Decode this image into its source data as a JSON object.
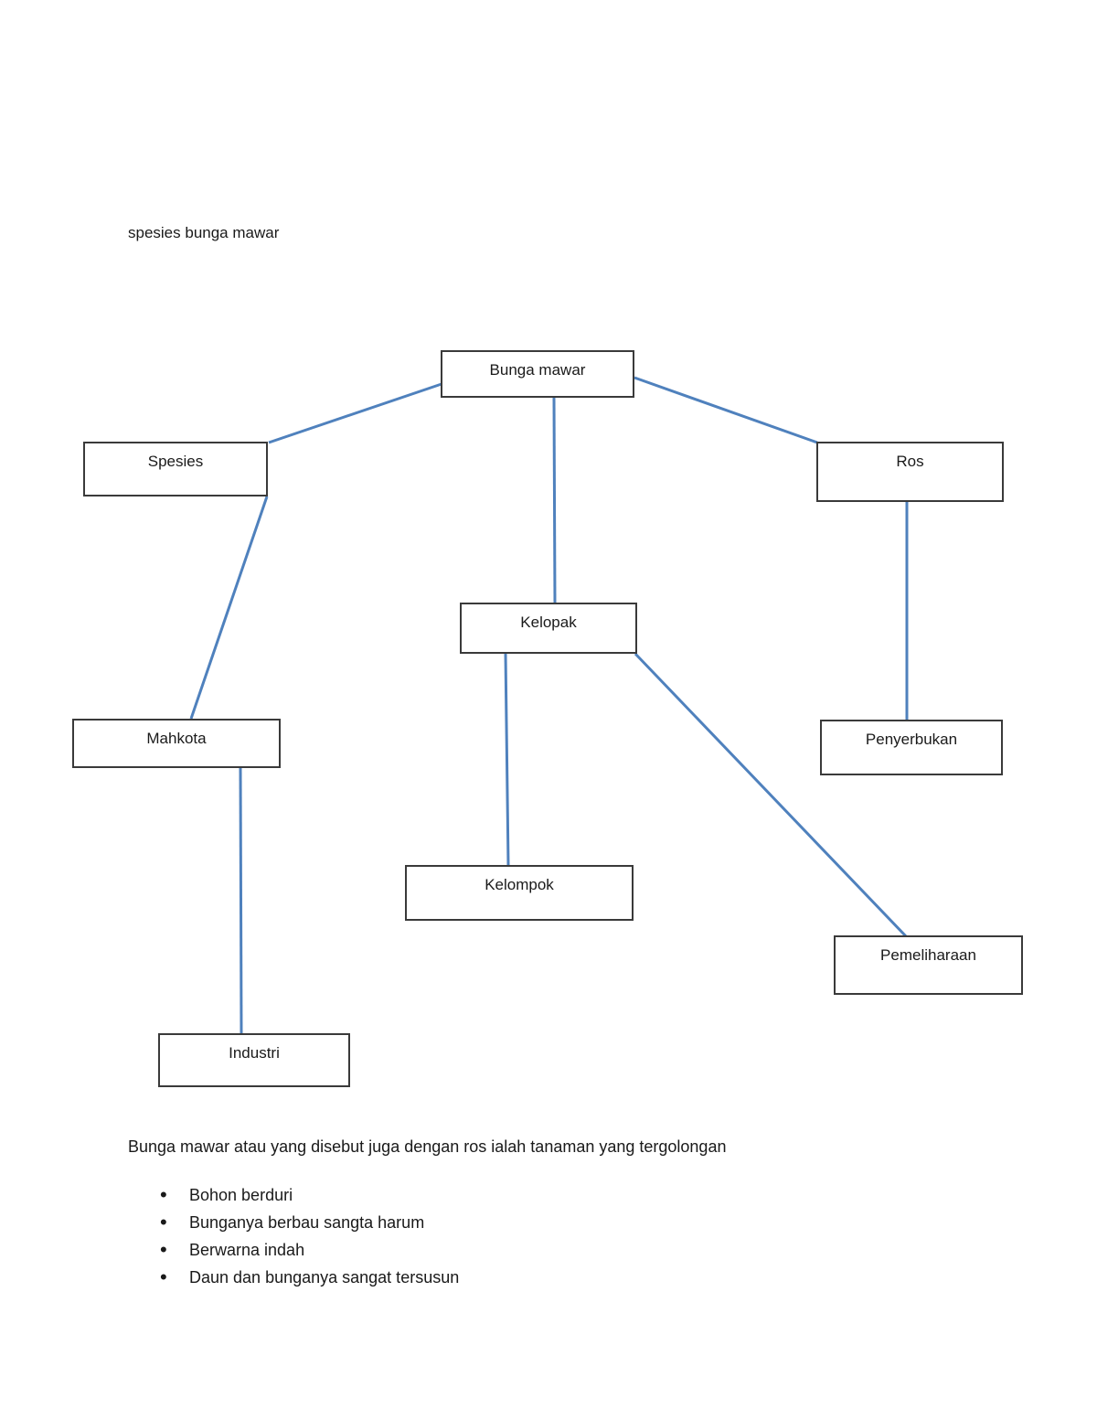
{
  "page": {
    "title": "spesies bunga mawar"
  },
  "diagram": {
    "type": "concept-map",
    "line_color": "#4f81bd",
    "box_border_color": "#3a3a3a",
    "nodes": [
      {
        "id": "bunga-mawar",
        "label": "Bunga mawar"
      },
      {
        "id": "spesies",
        "label": "Spesies"
      },
      {
        "id": "ros",
        "label": "Ros"
      },
      {
        "id": "kelopak",
        "label": "Kelopak"
      },
      {
        "id": "mahkota",
        "label": "Mahkota"
      },
      {
        "id": "penyerbukan",
        "label": "Penyerbukan"
      },
      {
        "id": "kelompok",
        "label": "Kelompok"
      },
      {
        "id": "pemeliharaan",
        "label": "Pemeliharaan"
      },
      {
        "id": "industri",
        "label": "Industri"
      }
    ],
    "edges": [
      {
        "from": "bunga-mawar",
        "to": "spesies"
      },
      {
        "from": "bunga-mawar",
        "to": "ros"
      },
      {
        "from": "bunga-mawar",
        "to": "kelopak"
      },
      {
        "from": "spesies",
        "to": "mahkota"
      },
      {
        "from": "ros",
        "to": "penyerbukan"
      },
      {
        "from": "kelopak",
        "to": "kelompok"
      },
      {
        "from": "kelopak",
        "to": "pemeliharaan"
      },
      {
        "from": "mahkota",
        "to": "industri"
      }
    ]
  },
  "body_text": {
    "paragraph": "Bunga mawar atau yang disebut juga dengan ros ialah tanaman yang tergolongan",
    "bullets": [
      "Bohon berduri",
      "Bunganya berbau sangta harum",
      "Berwarna indah",
      "Daun dan bunganya sangat tersusun"
    ]
  }
}
